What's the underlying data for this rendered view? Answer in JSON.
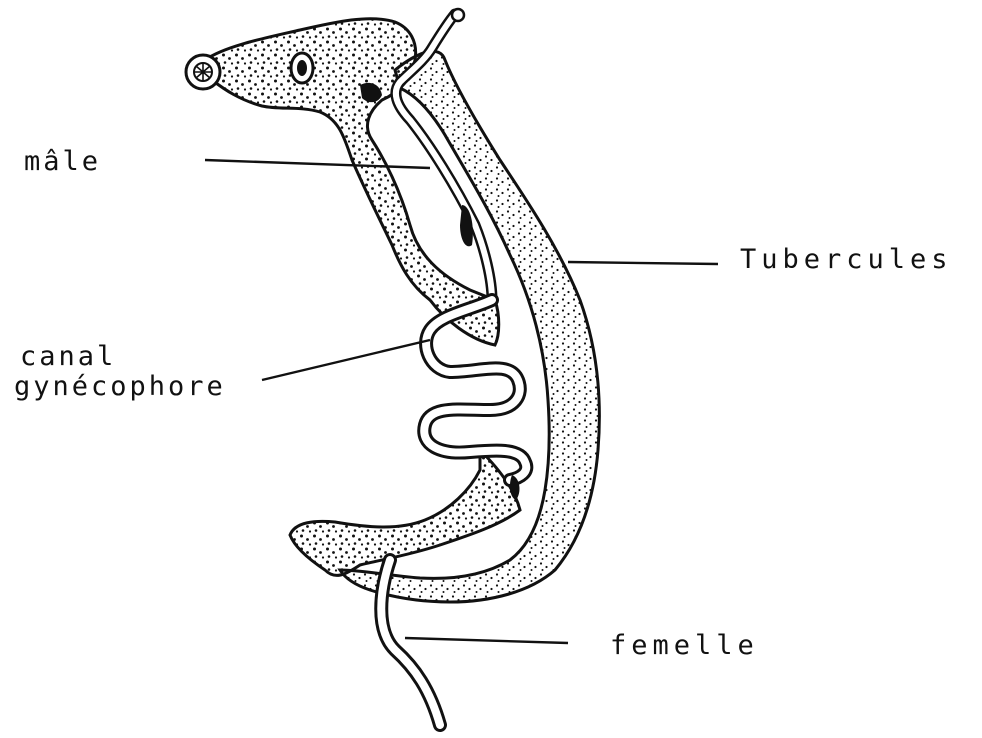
{
  "labels": {
    "male": "mâle",
    "tubercles": "Tubercules",
    "canal_line1": "canal",
    "canal_line2": "gynécophore",
    "female": "femelle"
  },
  "colors": {
    "ink": "#111111",
    "paper": "#ffffff"
  }
}
